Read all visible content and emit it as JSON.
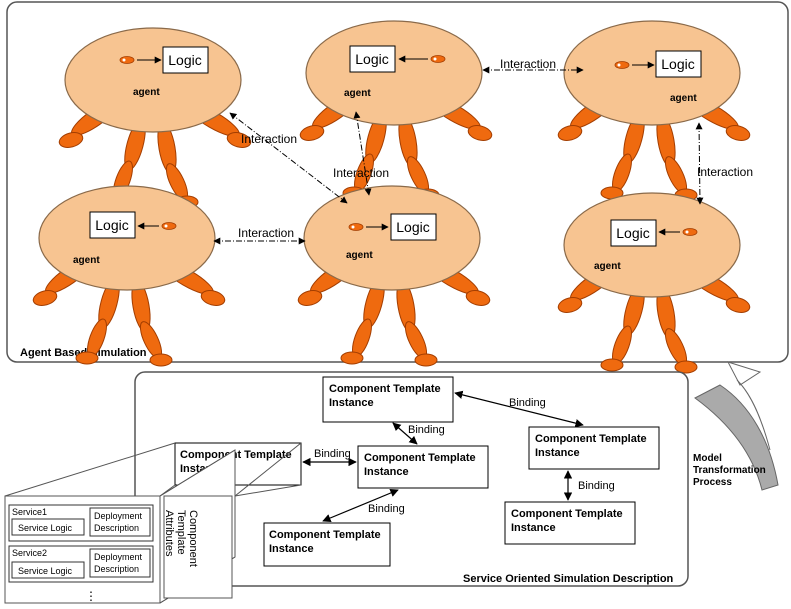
{
  "agent_panel": {
    "caption": "Agent Based Simulation",
    "agent_label": "agent",
    "logic_label": "Logic",
    "interaction_label": "Interaction"
  },
  "service_panel": {
    "caption": "Service Oriented Simulation Description",
    "component_line1": "Component Template",
    "component_line2": "Instance",
    "binding_label": "Binding"
  },
  "detail_box": {
    "service1_title": "Service1",
    "service2_title": "Service2",
    "service_logic": "Service Logic",
    "deployment_line1": "Deployment",
    "deployment_line2": "Description",
    "attributes_line1": "Component",
    "attributes_line2": "Template",
    "attributes_line3": "Attributes",
    "ellipsis": "⋮"
  },
  "transformation": {
    "line1": "Model",
    "line2": "Transformation",
    "line3": "Process"
  },
  "colors": {
    "agent_body": "#f7c491",
    "limb": "#ef6a0f",
    "limb_stroke": "#a33d00"
  }
}
